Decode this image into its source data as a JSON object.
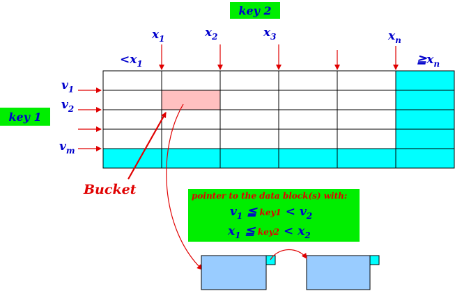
{
  "keys": {
    "key2": "key 2",
    "key1": "key 1"
  },
  "x_axis": {
    "less_than": "<x",
    "less_than_sub": "1",
    "markers": [
      {
        "base": "x",
        "sub": "1"
      },
      {
        "base": "x",
        "sub": "2"
      },
      {
        "base": "x",
        "sub": "3"
      },
      {
        "base": "",
        "sub": ""
      },
      {
        "base": "x",
        "sub": "n"
      }
    ],
    "geq": "≧x",
    "geq_sub": "n"
  },
  "y_axis": {
    "markers": [
      {
        "base": "v",
        "sub": "1"
      },
      {
        "base": "v",
        "sub": "2"
      },
      {
        "base": "",
        "sub": ""
      },
      {
        "base": "v",
        "sub": "m"
      }
    ]
  },
  "bucket_label": "Bucket",
  "pointer_box": {
    "title": "pointer to the data block(s) with:",
    "line1": {
      "left": "v",
      "left_sub": "1",
      "op1": "≦",
      "key": "key1",
      "op2": "<",
      "right": "v",
      "right_sub": "2"
    },
    "line2": {
      "left": "x",
      "left_sub": "1",
      "op1": "≦",
      "key": "key2",
      "op2": "<",
      "right": "x",
      "right_sub": "2"
    }
  },
  "colors": {
    "grid_line": "#000000",
    "overflow_fill": "#00ffff",
    "bucket_fill": "#ffc0c0",
    "key_label_bg": "#00ee00",
    "pointer_box_bg": "#00ee00",
    "data_block_fill": "#99ccff",
    "arrow": "#e00000",
    "label_blue": "#0000cc"
  }
}
